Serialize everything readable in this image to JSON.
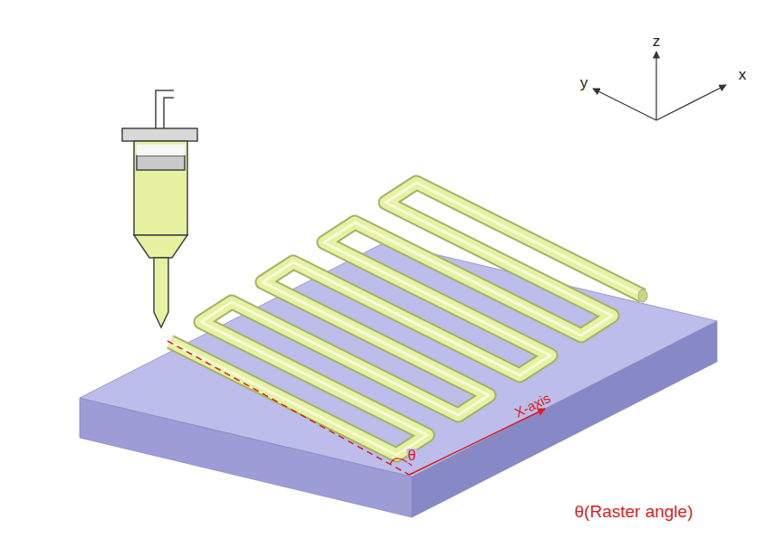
{
  "diagram": {
    "labels": [
      "z",
      "y",
      "x",
      "X-axis",
      "θ",
      "θ(Raster angle)"
    ]
  }
}
